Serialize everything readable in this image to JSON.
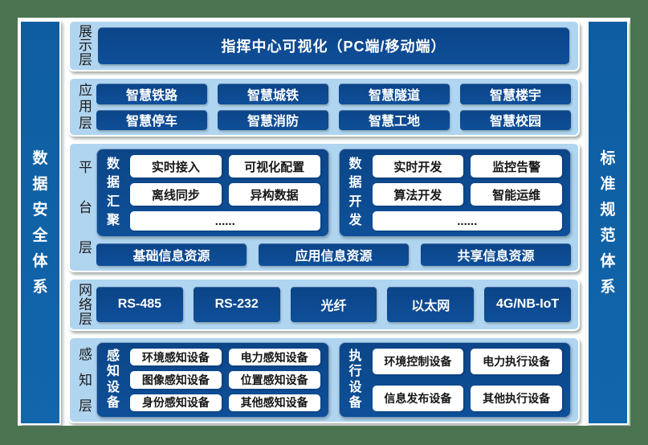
{
  "banners": {
    "left": "数据安全体系",
    "right": "标准规范体系"
  },
  "layers": {
    "display": {
      "label": "展示层",
      "banner": "指挥中心可视化（PC端/移动端）"
    },
    "application": {
      "label": "应用层",
      "buttons": [
        "智慧铁路",
        "智慧城铁",
        "智慧隧道",
        "智慧楼宇",
        "智慧停车",
        "智慧消防",
        "智慧工地",
        "智慧校园"
      ]
    },
    "platform": {
      "label": "平台层",
      "groups": [
        {
          "label": "数据汇聚",
          "buttons": [
            "实时接入",
            "可视化配置",
            "离线同步",
            "异构数据",
            "......"
          ]
        },
        {
          "label": "数据开发",
          "buttons": [
            "实时开发",
            "监控告警",
            "算法开发",
            "智能运维",
            "......"
          ]
        }
      ],
      "resources": [
        "基础信息资源",
        "应用信息资源",
        "共享信息资源"
      ]
    },
    "network": {
      "label": "网络层",
      "buttons": [
        "RS-485",
        "RS-232",
        "光纤",
        "以太网",
        "4G/NB-IoT"
      ]
    },
    "perception": {
      "label": "感知层",
      "groups": [
        {
          "label": "感知设备",
          "buttons": [
            "环境感知设备",
            "电力感知设备",
            "图像感知设备",
            "位置感知设备",
            "身份感知设备",
            "其他感知设备"
          ]
        },
        {
          "label": "执行设备",
          "buttons": [
            "环境控制设备",
            "电力执行设备",
            "信息发布设备",
            "其他执行设备"
          ]
        }
      ]
    }
  },
  "colors": {
    "frame_green": "#4b7450",
    "panel_light_blue": "#b0d5f1",
    "block_navy": "#0d4a90",
    "pillar_blue": "#1063a6",
    "white": "#ffffff"
  }
}
